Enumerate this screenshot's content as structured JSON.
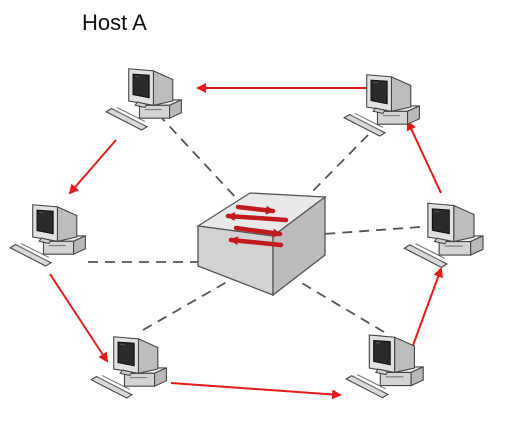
{
  "diagram": {
    "label": "Host A",
    "colors": {
      "ring_arrow": "#e31b1b",
      "star_link": "#555555",
      "switch_top": "#e9e9e9",
      "switch_front": "#d2d2d2",
      "switch_side": "#bcbcbc",
      "switch_arrow": "#c0191e",
      "computer_body": "#dcdcdc",
      "computer_screen": "#2a2a2a"
    },
    "nodes": [
      {
        "name": "computer-host-a",
        "role": "host"
      },
      {
        "name": "computer-top-right",
        "role": "host"
      },
      {
        "name": "computer-right",
        "role": "host"
      },
      {
        "name": "computer-bottom-right",
        "role": "host"
      },
      {
        "name": "computer-bottom-left",
        "role": "host"
      },
      {
        "name": "computer-left",
        "role": "host"
      },
      {
        "name": "network-switch",
        "role": "switch"
      }
    ],
    "ring_flow": [
      {
        "from": "computer-host-a",
        "to": "computer-left"
      },
      {
        "from": "computer-left",
        "to": "computer-bottom-left"
      },
      {
        "from": "computer-bottom-left",
        "to": "computer-bottom-right"
      },
      {
        "from": "computer-bottom-right",
        "to": "computer-right"
      },
      {
        "from": "computer-right",
        "to": "computer-top-right"
      },
      {
        "from": "computer-top-right",
        "to": "computer-host-a"
      }
    ],
    "star_links": [
      "computer-host-a",
      "computer-top-right",
      "computer-right",
      "computer-bottom-right",
      "computer-bottom-left",
      "computer-left"
    ]
  }
}
